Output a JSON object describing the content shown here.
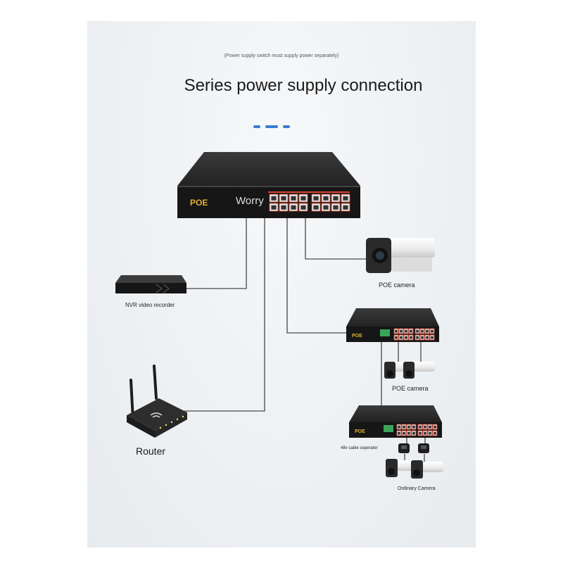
{
  "header": {
    "note": "(Power supply switch must supply power separately)",
    "title": "Series power supply connection"
  },
  "devices": {
    "main_switch_brand": "POE",
    "watermark": "Worry",
    "nvr_label": "NVR video recorder",
    "poe_camera_label": "POE camera",
    "switch2_brand": "POE",
    "poe_camera2_label": "POE camera",
    "switch3_brand": "POE",
    "separator_label": "48v cable seperater",
    "ordinary_camera_label": "Ordinary Camera",
    "router_label": "Router"
  },
  "colors": {
    "cable": "#666666",
    "switch_body": "#1e1e1e",
    "port_accent": "#d8452e",
    "brand_text": "#e0b030",
    "dash": "#3a7dd0"
  }
}
